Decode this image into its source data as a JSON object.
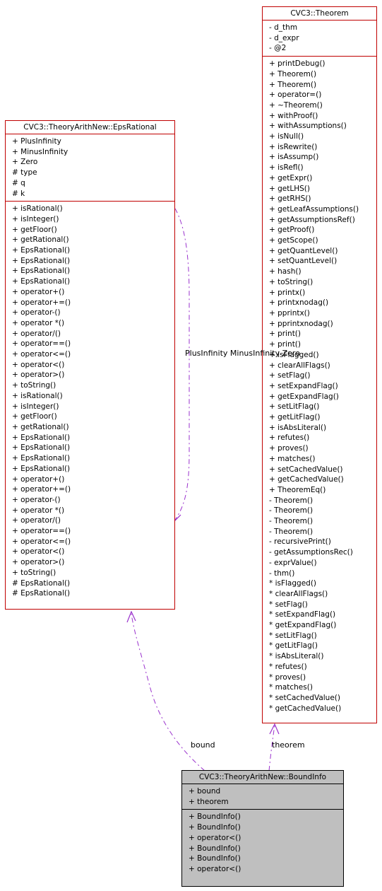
{
  "classes": {
    "eps_rational": {
      "name": "CVC3::TheoryArithNew::EpsRational",
      "attributes": [
        "+ PlusInfinity",
        "+ MinusInfinity",
        "+ Zero",
        "# type",
        "# q",
        "# k"
      ],
      "methods": [
        "+ isRational()",
        "+ isInteger()",
        "+ getFloor()",
        "+ getRational()",
        "+ EpsRational()",
        "+ EpsRational()",
        "+ EpsRational()",
        "+ EpsRational()",
        "+ operator+()",
        "+ operator+=()",
        "+ operator-()",
        "+ operator *()",
        "+ operator/()",
        "+ operator==()",
        "+ operator<=()",
        "+ operator<()",
        "+ operator>()",
        "+ toString()",
        "+ isRational()",
        "+ isInteger()",
        "+ getFloor()",
        "+ getRational()",
        "+ EpsRational()",
        "+ EpsRational()",
        "+ EpsRational()",
        "+ EpsRational()",
        "+ operator+()",
        "+ operator+=()",
        "+ operator-()",
        "+ operator *()",
        "+ operator/()",
        "+ operator==()",
        "+ operator<=()",
        "+ operator<()",
        "+ operator>()",
        "+ toString()",
        "# EpsRational()",
        "# EpsRational()"
      ]
    },
    "theorem": {
      "name": "CVC3::Theorem",
      "attributes": [
        "- d_thm",
        "- d_expr",
        "- @2"
      ],
      "methods": [
        "+ printDebug()",
        "+ Theorem()",
        "+ Theorem()",
        "+ operator=()",
        "+ ~Theorem()",
        "+ withProof()",
        "+ withAssumptions()",
        "+ isNull()",
        "+ isRewrite()",
        "+ isAssump()",
        "+ isRefl()",
        "+ getExpr()",
        "+ getLHS()",
        "+ getRHS()",
        "+ getLeafAssumptions()",
        "+ getAssumptionsRef()",
        "+ getProof()",
        "+ getScope()",
        "+ getQuantLevel()",
        "+ setQuantLevel()",
        "+ hash()",
        "+ toString()",
        "+ printx()",
        "+ printxnodag()",
        "+ pprintx()",
        "+ pprintxnodag()",
        "+ print()",
        "+ print()",
        "+ isFlagged()",
        "+ clearAllFlags()",
        "+ setFlag()",
        "+ setExpandFlag()",
        "+ getExpandFlag()",
        "+ setLitFlag()",
        "+ getLitFlag()",
        "+ isAbsLiteral()",
        "+ refutes()",
        "+ proves()",
        "+ matches()",
        "+ setCachedValue()",
        "+ getCachedValue()",
        "+ TheoremEq()",
        "- Theorem()",
        "- Theorem()",
        "- Theorem()",
        "- Theorem()",
        "- recursivePrint()",
        "- getAssumptionsRec()",
        "- exprValue()",
        "- thm()",
        "* isFlagged()",
        "* clearAllFlags()",
        "* setFlag()",
        "* setExpandFlag()",
        "* getExpandFlag()",
        "* setLitFlag()",
        "* getLitFlag()",
        "* isAbsLiteral()",
        "* refutes()",
        "* proves()",
        "* matches()",
        "* setCachedValue()",
        "* getCachedValue()"
      ]
    },
    "bound_info": {
      "name": "CVC3::TheoryArithNew::BoundInfo",
      "attributes": [
        "+ bound",
        "+ theorem"
      ],
      "methods": [
        "+ BoundInfo()",
        "+ BoundInfo()",
        "+ operator<()",
        "+ BoundInfo()",
        "+ BoundInfo()",
        "+ operator<()"
      ]
    }
  },
  "edge_labels": {
    "self_loop": [
      "PlusInfinity",
      "MinusInfinity",
      "Zero"
    ],
    "bound": "bound",
    "theorem": "theorem"
  },
  "colors": {
    "class_border": "#c00000",
    "focus_fill": "#bfbfbf",
    "edge": "#9a32cd"
  }
}
